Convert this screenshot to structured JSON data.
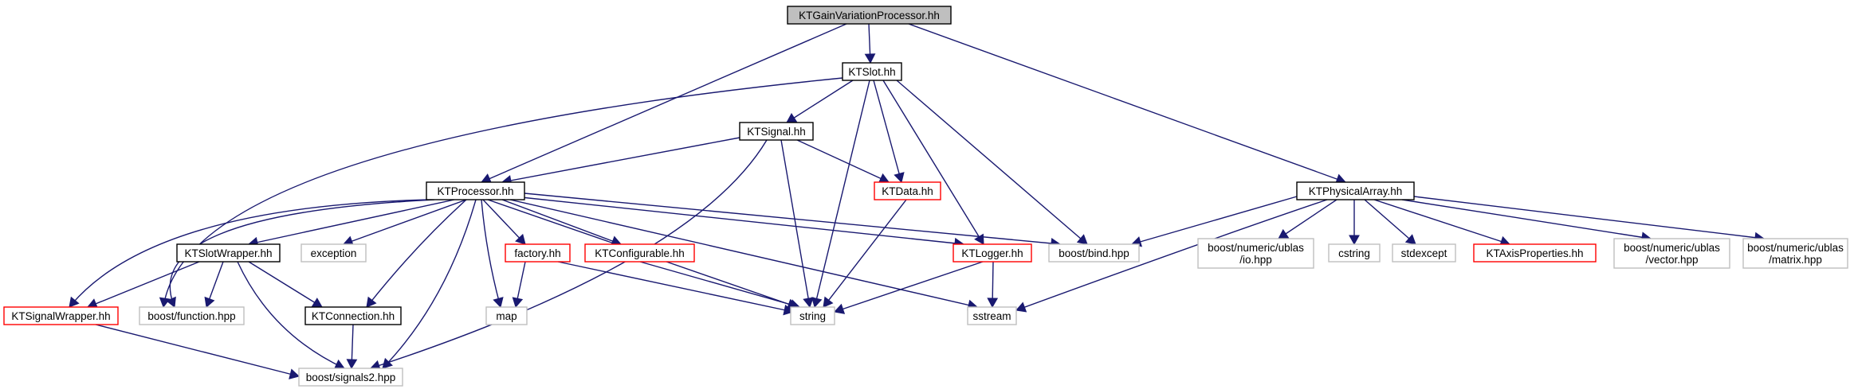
{
  "diagram": {
    "title": "",
    "colors": {
      "edge": "#191970",
      "root_fill": "#bfbfbf",
      "border_default": "#000000",
      "border_truncated": "#ff0000",
      "border_system": "#bfbfbf"
    },
    "nodes": [
      {
        "id": "root",
        "lines": [
          "KTGainVariationProcessor.hh"
        ],
        "kind": "root"
      },
      {
        "id": "slot",
        "lines": [
          "KTSlot.hh"
        ],
        "kind": "default"
      },
      {
        "id": "signal",
        "lines": [
          "KTSignal.hh"
        ],
        "kind": "default"
      },
      {
        "id": "processor",
        "lines": [
          "KTProcessor.hh"
        ],
        "kind": "default"
      },
      {
        "id": "physarray",
        "lines": [
          "KTPhysicalArray.hh"
        ],
        "kind": "default"
      },
      {
        "id": "ktdata",
        "lines": [
          "KTData.hh"
        ],
        "kind": "truncated"
      },
      {
        "id": "slotwrapper",
        "lines": [
          "KTSlotWrapper.hh"
        ],
        "kind": "default"
      },
      {
        "id": "exception",
        "lines": [
          "exception"
        ],
        "kind": "system"
      },
      {
        "id": "factory",
        "lines": [
          "factory.hh"
        ],
        "kind": "truncated"
      },
      {
        "id": "configurable",
        "lines": [
          "KTConfigurable.hh"
        ],
        "kind": "truncated"
      },
      {
        "id": "logger",
        "lines": [
          "KTLogger.hh"
        ],
        "kind": "truncated"
      },
      {
        "id": "bind",
        "lines": [
          "boost/bind.hpp"
        ],
        "kind": "system"
      },
      {
        "id": "ioublas",
        "lines": [
          "boost/numeric/ublas",
          "/io.hpp"
        ],
        "kind": "system"
      },
      {
        "id": "cstring",
        "lines": [
          "cstring"
        ],
        "kind": "system"
      },
      {
        "id": "stdexcept",
        "lines": [
          "stdexcept"
        ],
        "kind": "system"
      },
      {
        "id": "axisprops",
        "lines": [
          "KTAxisProperties.hh"
        ],
        "kind": "truncated"
      },
      {
        "id": "vectorublas",
        "lines": [
          "boost/numeric/ublas",
          "/vector.hpp"
        ],
        "kind": "system"
      },
      {
        "id": "matrixublas",
        "lines": [
          "boost/numeric/ublas",
          "/matrix.hpp"
        ],
        "kind": "system"
      },
      {
        "id": "signalwrapper",
        "lines": [
          "KTSignalWrapper.hh"
        ],
        "kind": "truncated"
      },
      {
        "id": "function",
        "lines": [
          "boost/function.hpp"
        ],
        "kind": "system"
      },
      {
        "id": "connection",
        "lines": [
          "KTConnection.hh"
        ],
        "kind": "default"
      },
      {
        "id": "map",
        "lines": [
          "map"
        ],
        "kind": "system"
      },
      {
        "id": "string",
        "lines": [
          "string"
        ],
        "kind": "system"
      },
      {
        "id": "sstream",
        "lines": [
          "sstream"
        ],
        "kind": "system"
      },
      {
        "id": "signals2",
        "lines": [
          "boost/signals2.hpp"
        ],
        "kind": "system"
      }
    ],
    "edges": [
      [
        "root",
        "slot"
      ],
      [
        "root",
        "processor"
      ],
      [
        "root",
        "physarray"
      ],
      [
        "slot",
        "signal"
      ],
      [
        "slot",
        "ktdata"
      ],
      [
        "slot",
        "function"
      ],
      [
        "slot",
        "string"
      ],
      [
        "slot",
        "logger"
      ],
      [
        "slot",
        "bind"
      ],
      [
        "signal",
        "processor"
      ],
      [
        "signal",
        "ktdata"
      ],
      [
        "signal",
        "string"
      ],
      [
        "signal",
        "signals2"
      ],
      [
        "processor",
        "slotwrapper"
      ],
      [
        "processor",
        "exception"
      ],
      [
        "processor",
        "factory"
      ],
      [
        "processor",
        "configurable"
      ],
      [
        "processor",
        "logger"
      ],
      [
        "processor",
        "bind"
      ],
      [
        "processor",
        "signalwrapper"
      ],
      [
        "processor",
        "function"
      ],
      [
        "processor",
        "connection"
      ],
      [
        "processor",
        "map"
      ],
      [
        "processor",
        "string"
      ],
      [
        "processor",
        "sstream"
      ],
      [
        "processor",
        "signals2"
      ],
      [
        "physarray",
        "bind"
      ],
      [
        "physarray",
        "ioublas"
      ],
      [
        "physarray",
        "cstring"
      ],
      [
        "physarray",
        "stdexcept"
      ],
      [
        "physarray",
        "axisprops"
      ],
      [
        "physarray",
        "vectorublas"
      ],
      [
        "physarray",
        "matrixublas"
      ],
      [
        "physarray",
        "sstream"
      ],
      [
        "ktdata",
        "string"
      ],
      [
        "slotwrapper",
        "signalwrapper"
      ],
      [
        "slotwrapper",
        "function"
      ],
      [
        "slotwrapper",
        "connection"
      ],
      [
        "slotwrapper",
        "signals2"
      ],
      [
        "factory",
        "map"
      ],
      [
        "factory",
        "string"
      ],
      [
        "configurable",
        "string"
      ],
      [
        "logger",
        "string"
      ],
      [
        "logger",
        "sstream"
      ],
      [
        "signalwrapper",
        "signals2"
      ],
      [
        "connection",
        "signals2"
      ]
    ]
  }
}
